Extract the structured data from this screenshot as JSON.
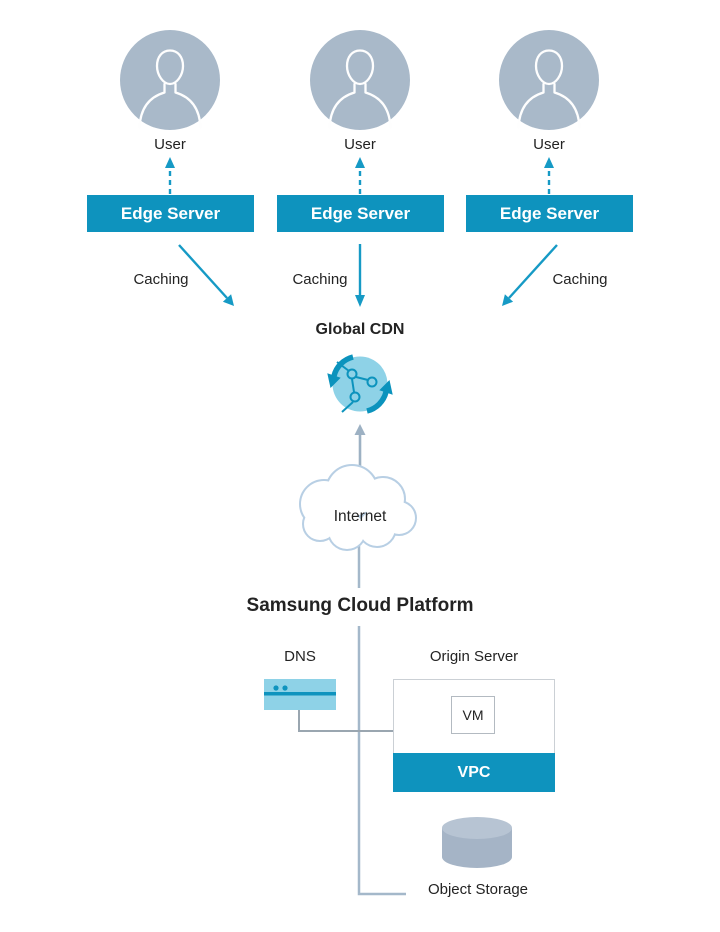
{
  "colors": {
    "teal": "#0e93be",
    "arrow_teal": "#169ac5",
    "icon_light_blue": "#8ed2e7",
    "avatar_fill": "#a9b9c9",
    "line_blue_gray": "#a4b8ca",
    "connector_gray": "#9aa6b0",
    "cloud_stroke": "#b8cfe4",
    "cylinder_body": "#a5b4c6",
    "cylinder_top": "#b7c4d3",
    "text": "#222222"
  },
  "users": [
    {
      "label": "User"
    },
    {
      "label": "User"
    },
    {
      "label": "User"
    }
  ],
  "edge_servers": [
    {
      "label": "Edge Server"
    },
    {
      "label": "Edge Server"
    },
    {
      "label": "Edge Server"
    }
  ],
  "caching": [
    {
      "label": "Caching"
    },
    {
      "label": "Caching"
    },
    {
      "label": "Caching"
    }
  ],
  "global_cdn": {
    "label": "Global CDN"
  },
  "internet": {
    "label": "Internet"
  },
  "platform": {
    "title": "Samsung Cloud Platform"
  },
  "dns": {
    "label": "DNS"
  },
  "origin_server": {
    "label": "Origin Server",
    "vm": "VM",
    "vpc": "VPC"
  },
  "object_storage": {
    "label": "Object Storage"
  }
}
